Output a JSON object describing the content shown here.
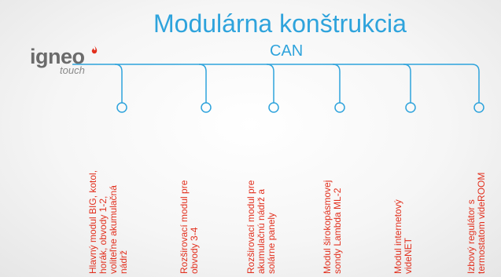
{
  "title": "Modulárna konštrukcia",
  "bus_label": "CAN",
  "logo": {
    "word": "igneo",
    "sub": "touch",
    "flame_color": "#e2301e"
  },
  "colors": {
    "accent": "#2ea3dc",
    "label": "#e2301e",
    "text_gray": "#6b6b6b"
  },
  "modules": [
    {
      "label": "Hlavný modul BIG, kotol,\nhorák, obvody 1-2,\nvoliteľne akumulačná\nnádrž"
    },
    {
      "label": "Rozširovací modul pre\nobvody 3-4"
    },
    {
      "label": "Rozširovací modul pre\nakumulačnú nádrž a\nsolárne panely"
    },
    {
      "label": "Modul širokopásmovej\nsondy Lambda ML-2"
    },
    {
      "label": "Modul internetový\nvideNET"
    },
    {
      "label": "Izbový regulátor s\ntermostatom videROOM"
    }
  ]
}
